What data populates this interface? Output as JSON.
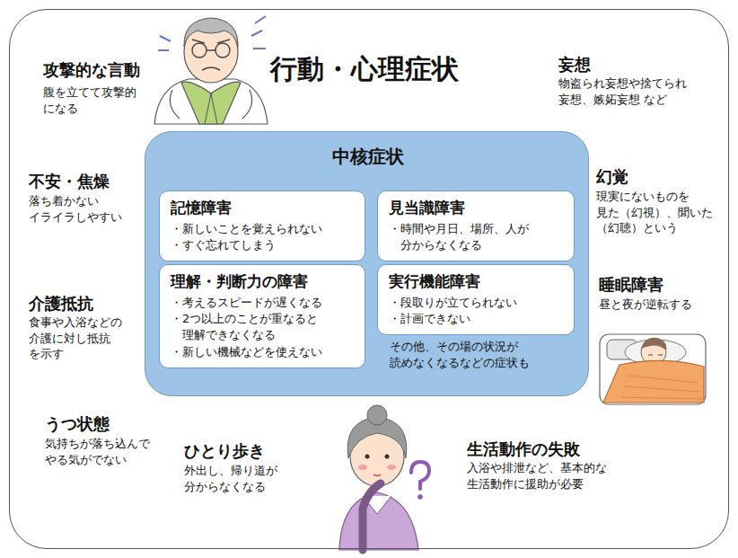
{
  "diagram": {
    "nodes": [
      {
        "text": [
          "行動・心理症状"
        ]
      },
      {
        "text": [
          "中核症状",
          "その他、その場の状況が 読めなくなるなどの症状も"
        ],
        "in": 0
      },
      {
        "text": [
          "記憶障害",
          "・新しいことを覚えられない",
          "・すぐ忘れてしまう"
        ],
        "in": 1
      },
      {
        "text": [
          "見当識障害",
          "・時間や月日、場所、人が 分からなくなる"
        ],
        "in": 1
      },
      {
        "text": [
          "理解・判断力の障害",
          "・考えるスピードが遅くなる",
          "・2つ以上のことが重なると 理解できなくなる",
          "・新しい機械などを使えない"
        ],
        "in": 1
      },
      {
        "text": [
          "実行機能障害",
          "・段取りが立てられない",
          "・計画できない"
        ],
        "in": 1
      }
    ],
    "labels": [
      "攻撃的な言動",
      "腹を立てて攻撃的 になる",
      "妄想",
      "物盗られ妄想や捨てられ 妄想、嫉妬妄想 など",
      "不安・焦燥",
      "落ち着かない イライラしやすい",
      "幻覚",
      "現実にないものを 見た（幻視）、聞いた （幻聴）という",
      "介護抵抗",
      "食事や入浴などの 介護に対し抵抗 を示す",
      "睡眠障害",
      "昼と夜が逆転する",
      "うつ状態",
      "気持ちが落ち込んで やる気がでない",
      "ひとり歩き",
      "外出し、帰り道が 分からなくなる",
      "生活動作の失敗",
      "入浴や排泄など、基本的な 生活動作に援助が必要"
    ]
  }
}
